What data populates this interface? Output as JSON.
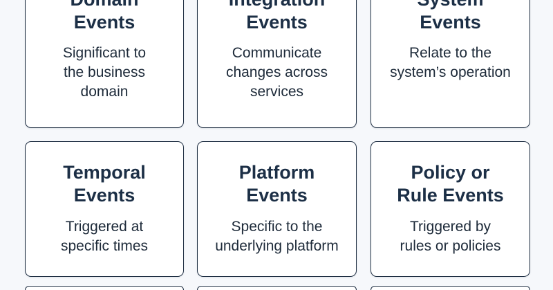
{
  "cards": [
    {
      "title": [
        "Domain",
        "Events"
      ],
      "description": [
        "Significant to",
        "the business",
        "domain"
      ]
    },
    {
      "title": [
        "Integration",
        "Events"
      ],
      "description": [
        "Communicate",
        "changes across",
        "services"
      ]
    },
    {
      "title": [
        "System",
        "Events"
      ],
      "description": [
        "Relate to the",
        "system’s operation"
      ]
    },
    {
      "title": [
        "Temporal",
        "Events"
      ],
      "description": [
        "Triggered at",
        "specific times"
      ]
    },
    {
      "title": [
        "Platform",
        "Events"
      ],
      "description": [
        "Specific to the",
        "underlying platform"
      ]
    },
    {
      "title": [
        "Policy or",
        "Rule Events"
      ],
      "description": [
        "Triggered by",
        "rules or policies"
      ]
    }
  ],
  "colors": {
    "background": "#f6f8fb",
    "card_border": "#1f2f43",
    "title_text": "#1c2f46",
    "body_text": "#1d2a39"
  }
}
